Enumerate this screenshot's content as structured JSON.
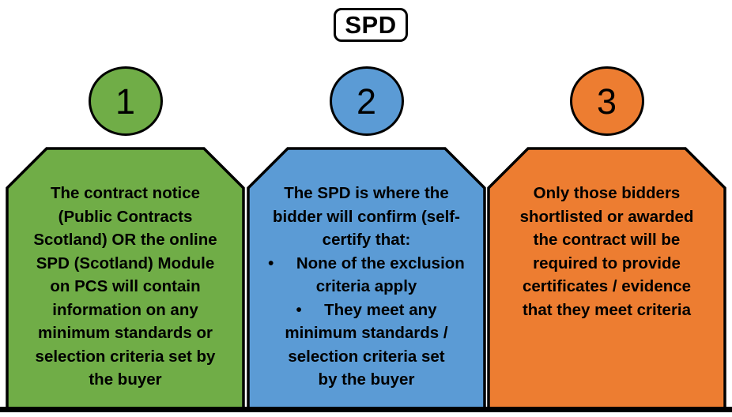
{
  "title": "SPD",
  "ink_color": "#000000",
  "background_color": "#ffffff",
  "steps": [
    {
      "number": "1",
      "color": "#70AD47",
      "text": "The contract notice\n(Public Contracts\nScotland) OR the online\nSPD (Scotland) Module\non PCS will contain\ninformation on any\nminimum standards or\nselection criteria set by\nthe buyer"
    },
    {
      "number": "2",
      "color": "#5B9BD5",
      "text": "The SPD is where the\nbidder will confirm (self-\ncertify that:\n•     None of the exclusion\ncriteria apply\n•     They meet any\nminimum standards /\nselection criteria set\nby the buyer"
    },
    {
      "number": "3",
      "color": "#ED7D31",
      "text": "Only those bidders\nshortlisted or awarded\nthe contract will be\nrequired to provide\ncertificates / evidence\nthat they meet criteria"
    }
  ]
}
